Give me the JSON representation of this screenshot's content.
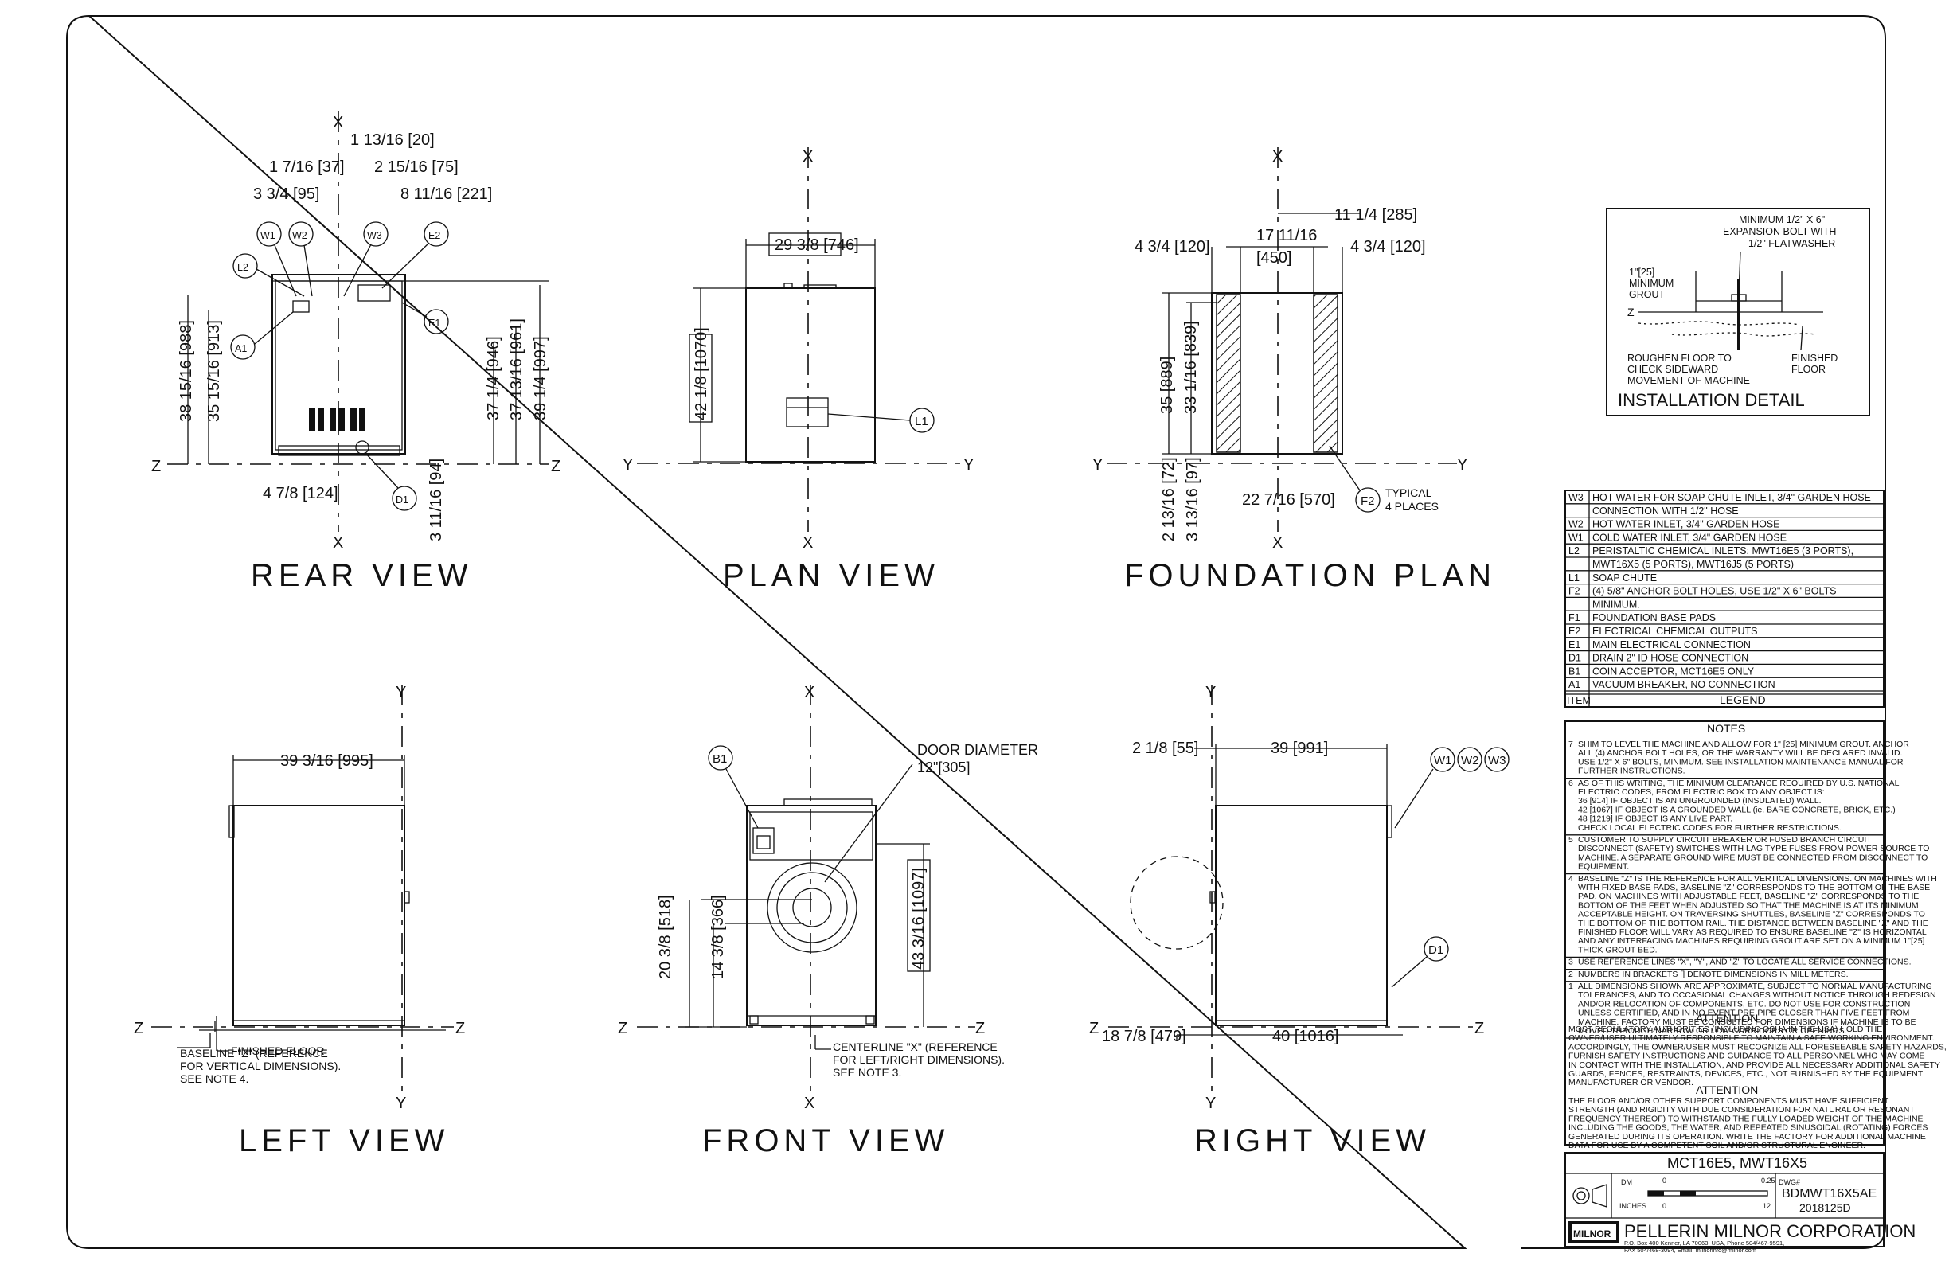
{
  "views": {
    "rear": {
      "title": "REAR VIEW",
      "dims": [
        "1 13/16 [20]",
        "1 7/16 [37]",
        "2 15/16 [75]",
        "3 3/4 [95]",
        "8 11/16 [221]",
        "38 15/16 [988]",
        "35 15/16 [913]",
        "37 1/4 [946]",
        "37 13/16 [961]",
        "39 1/4 [997]",
        "4 7/8 [124]",
        "3 11/16 [94]"
      ],
      "callouts": [
        "W1",
        "W2",
        "W3",
        "E2",
        "L2",
        "E1",
        "A1",
        "D1"
      ],
      "axes": [
        "X",
        "X",
        "Z",
        "Z"
      ]
    },
    "plan": {
      "title": "PLAN VIEW",
      "dims": [
        "29 3/8 [746]",
        "42 1/8 [1070]"
      ],
      "callouts": [
        "L1"
      ],
      "axes": [
        "X",
        "X",
        "Y",
        "Y"
      ]
    },
    "foundation": {
      "title": "FOUNDATION PLAN",
      "dims": [
        "11 1/4 [285]",
        "17 11/16",
        "[450]",
        "4 3/4 [120]",
        "4 3/4 [120]",
        "35 [889]",
        "33 1/16 [839]",
        "2 13/16 [72]",
        "3 13/16 [97]",
        "22 7/16 [570]"
      ],
      "callouts": [
        "F2"
      ],
      "typical": "TYPICAL",
      "places": "4 PLACES",
      "axes": [
        "X",
        "X",
        "Y",
        "Y"
      ]
    },
    "left": {
      "title": "LEFT VIEW",
      "dims": [
        "39 3/16 [995]"
      ],
      "finished_floor": "FINISHED FLOOR",
      "baseline_note": [
        "BASELINE \"Z\" (REFERENCE",
        "FOR VERTICAL DIMENSIONS).",
        "SEE NOTE 4."
      ],
      "axes": [
        "Y",
        "Y",
        "Z",
        "Z"
      ]
    },
    "front": {
      "title": "FRONT VIEW",
      "door_label": "DOOR DIAMETER",
      "door_value": "12\"[305]",
      "dims": [
        "20 3/8 [518]",
        "14 3/8 [366]",
        "43 3/16 [1097]"
      ],
      "callouts": [
        "B1"
      ],
      "centerline_note": [
        "CENTERLINE \"X\" (REFERENCE",
        "FOR LEFT/RIGHT DIMENSIONS).",
        "SEE NOTE 3."
      ],
      "axes": [
        "X",
        "X",
        "Z",
        "Z"
      ]
    },
    "right": {
      "title": "RIGHT VIEW",
      "dims": [
        "2 1/8 [55]",
        "39 [991]",
        "18 7/8 [479]",
        "40 [1016]"
      ],
      "callouts": [
        "W1",
        "W2",
        "W3",
        "D1"
      ],
      "axes": [
        "Y",
        "Y",
        "Z",
        "Z"
      ]
    }
  },
  "installation_detail": {
    "title": "INSTALLATION DETAIL",
    "bolt_note": [
      "MINIMUM 1/2\" X 6\"",
      "EXPANSION BOLT WITH",
      "1/2\" FLATWASHER"
    ],
    "grout_note": [
      "1\"[25]",
      "MINIMUM",
      "GROUT"
    ],
    "z_label": "Z",
    "roughen_note": [
      "ROUGHEN FLOOR TO",
      "CHECK SIDEWARD",
      "MOVEMENT OF MACHINE"
    ],
    "floor_note": [
      "FINISHED",
      "FLOOR"
    ]
  },
  "legend": {
    "header_item": "ITEM",
    "header_label": "LEGEND",
    "rows": [
      {
        "item": "W3",
        "text": "HOT WATER FOR SOAP CHUTE INLET, 3/4\" GARDEN HOSE"
      },
      {
        "item": "",
        "text": "CONNECTION WITH 1/2\" HOSE"
      },
      {
        "item": "W2",
        "text": "HOT WATER INLET, 3/4\" GARDEN HOSE"
      },
      {
        "item": "W1",
        "text": "COLD WATER INLET, 3/4\" GARDEN HOSE"
      },
      {
        "item": "L2",
        "text": "PERISTALTIC CHEMICAL INLETS: MWT16E5 (3 PORTS),"
      },
      {
        "item": "",
        "text": "MWT16X5 (5 PORTS), MWT16J5 (5 PORTS)"
      },
      {
        "item": "L1",
        "text": "SOAP CHUTE"
      },
      {
        "item": "F2",
        "text": "(4) 5/8\" ANCHOR BOLT HOLES, USE 1/2\" X 6\" BOLTS"
      },
      {
        "item": "",
        "text": "MINIMUM."
      },
      {
        "item": "F1",
        "text": "FOUNDATION BASE PADS"
      },
      {
        "item": "E2",
        "text": "ELECTRICAL CHEMICAL OUTPUTS"
      },
      {
        "item": "E1",
        "text": "MAIN ELECTRICAL CONNECTION"
      },
      {
        "item": "D1",
        "text": "DRAIN 2\" ID HOSE CONNECTION"
      },
      {
        "item": "B1",
        "text": "COIN ACCEPTOR, MCT16E5 ONLY"
      },
      {
        "item": "A1",
        "text": "VACUUM BREAKER, NO CONNECTION"
      }
    ]
  },
  "notes": {
    "title": "NOTES",
    "items": [
      {
        "num": "7",
        "lines": [
          "SHIM TO LEVEL THE MACHINE AND ALLOW FOR 1\" [25] MINIMUM GROUT. ANCHOR",
          "ALL (4) ANCHOR BOLT HOLES, OR THE WARRANTY WILL BE DECLARED INVALID.",
          "USE 1/2\" X 6\" BOLTS, MINIMUM. SEE INSTALLATION MAINTENANCE MANUAL FOR",
          "FURTHER INSTRUCTIONS."
        ]
      },
      {
        "num": "6",
        "lines": [
          "AS OF THIS WRITING, THE MINIMUM CLEARANCE REQUIRED BY U.S. NATIONAL",
          "ELECTRIC CODES, FROM ELECTRIC BOX TO ANY OBJECT IS:",
          "   36 [914]  IF OBJECT IS AN UNGROUNDED (INSULATED) WALL.",
          "   42 [1067] IF OBJECT IS A GROUNDED WALL (ie. BARE CONCRETE, BRICK, ETC.)",
          "   48 [1219] IF OBJECT IS ANY LIVE PART.",
          "CHECK LOCAL ELECTRIC CODES FOR FURTHER RESTRICTIONS."
        ]
      },
      {
        "num": "5",
        "lines": [
          "CUSTOMER TO SUPPLY CIRCUIT BREAKER OR FUSED BRANCH CIRCUIT",
          "DISCONNECT (SAFETY) SWITCHES WITH LAG TYPE FUSES FROM POWER SOURCE TO",
          "MACHINE. A SEPARATE GROUND WIRE MUST BE CONNECTED FROM DISCONNECT TO",
          "EQUIPMENT."
        ]
      },
      {
        "num": "4",
        "lines": [
          "BASELINE \"Z\" IS THE REFERENCE FOR ALL VERTICAL DIMENSIONS. ON MACHINES WITH",
          "WITH FIXED BASE PADS, BASELINE \"Z\" CORRESPONDS TO THE BOTTOM OF THE BASE",
          "PAD. ON MACHINES WITH ADJUSTABLE FEET, BASELINE \"Z\" CORRESPONDS TO THE",
          "BOTTOM OF THE FEET WHEN ADJUSTED SO THAT THE MACHINE IS AT ITS MINIMUM",
          "ACCEPTABLE HEIGHT. ON TRAVERSING SHUTTLES, BASELINE \"Z\" CORRESPONDS TO",
          "THE BOTTOM OF THE BOTTOM RAIL. THE DISTANCE BETWEEN BASELINE \"Z\" AND THE",
          "FINISHED FLOOR WILL VARY AS REQUIRED TO ENSURE BASELINE \"Z\" IS HORIZONTAL",
          "AND ANY INTERFACING MACHINES REQUIRING GROUT ARE SET ON A MINIMUM 1\"[25]",
          "THICK GROUT BED."
        ]
      },
      {
        "num": "3",
        "lines": [
          "USE REFERENCE LINES \"X\", \"Y\", AND \"Z\" TO LOCATE ALL SERVICE CONNECTIONS."
        ]
      },
      {
        "num": "2",
        "lines": [
          "NUMBERS IN BRACKETS [] DENOTE DIMENSIONS IN MILLIMETERS."
        ]
      },
      {
        "num": "1",
        "lines": [
          "ALL DIMENSIONS SHOWN ARE APPROXIMATE, SUBJECT TO NORMAL MANUFACTURING",
          "TOLERANCES, AND TO OCCASIONAL CHANGES WITHOUT NOTICE THROUGH REDESIGN",
          "AND/OR RELOCATION OF COMPONENTS, ETC. DO NOT USE FOR CONSTRUCTION",
          "UNLESS CERTIFIED, AND IN NO EVENT PRE-PIPE CLOSER THAN FIVE FEET FROM",
          "MACHINE. FACTORY MUST BE CONSULTED FOR DIMENSIONS IF MACHINE IS TO BE",
          "MOVED THROUGH NARROW OR LOW CORRIDORS OR OPENINGS."
        ]
      }
    ],
    "attention1_title": "ATTENTION",
    "attention1_lines": [
      "MOST REGULATORY AUTHORITIES (INCLUDING OSHA IN THE USA) HOLD THE",
      "OWNER/USER ULTIMATELY RESPONSIBLE TO MAINTAIN A SAFE WORKING ENVIRONMENT.",
      "ACCORDINGLY, THE OWNER/USER MUST RECOGNIZE ALL FORESEEABLE SAFETY HAZARDS,",
      "FURNISH SAFETY INSTRUCTIONS AND GUIDANCE TO ALL PERSONNEL WHO MAY COME",
      "IN CONTACT WITH THE INSTALLATION, AND PROVIDE ALL NECESSARY ADDITIONAL SAFETY",
      "GUARDS, FENCES, RESTRAINTS, DEVICES, ETC., NOT FURNISHED BY THE EQUIPMENT",
      "MANUFACTURER OR VENDOR."
    ],
    "attention2_title": "ATTENTION",
    "attention2_lines": [
      "THE FLOOR AND/OR OTHER SUPPORT COMPONENTS MUST HAVE SUFFICIENT",
      "STRENGTH (AND RIGIDITY WITH DUE CONSIDERATION FOR NATURAL OR RESONANT",
      "FREQUENCY THEREOF) TO WITHSTAND THE FULLY LOADED WEIGHT OF THE MACHINE",
      "INCLUDING THE GOODS, THE WATER, AND REPEATED SINUSOIDAL (ROTATING) FORCES",
      "GENERATED DURING ITS OPERATION. WRITE THE FACTORY FOR ADDITIONAL MACHINE",
      "DATA FOR USE BY A COMPETENT SOIL AND/OR STRUCTURAL ENGINEER."
    ]
  },
  "title_block": {
    "model": "MCT16E5, MWT16X5",
    "scale_dm": "DM",
    "scale_zero": "0",
    "scale_quarter": "0.25",
    "scale_inches": "INCHES",
    "scale_twelve": "12",
    "dwg_label": "DWG#",
    "dwg_number": "BDMWT16X5AE",
    "date_code": "2018125D",
    "logo_text": "MILNOR",
    "company": "PELLERIN MILNOR CORPORATION",
    "address1": "P.O. Box 400 Kenner, LA 70063, USA, Phone 504/467-9591,",
    "address2": "FAX 504/468-3094, Email: milnorinfo@milnor.com"
  }
}
